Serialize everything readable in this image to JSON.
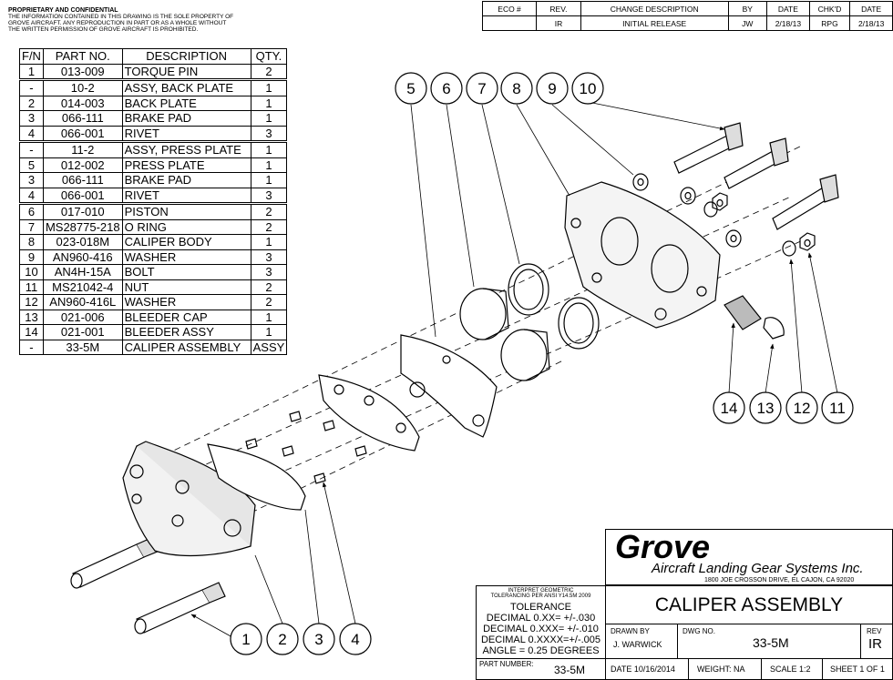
{
  "confidential": {
    "title": "PROPRIETARY AND CONFIDENTIAL",
    "line1": "THE INFORMATION CONTAINED IN THIS DRAWING IS THE SOLE PROPERTY OF",
    "line2": "GROVE AIRCRAFT.  ANY REPRODUCTION IN PART OR AS A WHOLE WITHOUT",
    "line3": "THE WRITTEN PERMISSION OF GROVE AIRCRAFT IS PROHIBITED."
  },
  "revision_table": {
    "headers": [
      "ECO #",
      "REV.",
      "CHANGE DESCRIPTION",
      "BY",
      "DATE",
      "CHK'D",
      "DATE"
    ],
    "row": [
      "",
      "IR",
      "INITIAL RELEASE",
      "JW",
      "2/18/13",
      "RPG",
      "2/18/13"
    ]
  },
  "bom": {
    "headers": [
      "F/N",
      "PART NO.",
      "DESCRIPTION",
      "QTY."
    ],
    "rows": [
      [
        "1",
        "013-009",
        "TORQUE PIN",
        "2"
      ],
      [
        "-",
        "10-2",
        "ASSY, BACK PLATE",
        "1"
      ],
      [
        "2",
        "014-003",
        "BACK PLATE",
        "1"
      ],
      [
        "3",
        "066-111",
        "BRAKE PAD",
        "1"
      ],
      [
        "4",
        "066-001",
        "RIVET",
        "3"
      ],
      [
        "-",
        "11-2",
        "ASSY, PRESS PLATE",
        "1"
      ],
      [
        "5",
        "012-002",
        "PRESS PLATE",
        "1"
      ],
      [
        "3",
        "066-111",
        "BRAKE PAD",
        "1"
      ],
      [
        "4",
        "066-001",
        "RIVET",
        "3"
      ],
      [
        "6",
        "017-010",
        "PISTON",
        "2"
      ],
      [
        "7",
        "MS28775-218",
        "O RING",
        "2"
      ],
      [
        "8",
        "023-018M",
        "CALIPER BODY",
        "1"
      ],
      [
        "9",
        "AN960-416",
        "WASHER",
        "3"
      ],
      [
        "10",
        "AN4H-15A",
        "BOLT",
        "3"
      ],
      [
        "11",
        "MS21042-4",
        "NUT",
        "2"
      ],
      [
        "12",
        "AN960-416L",
        "WASHER",
        "2"
      ],
      [
        "13",
        "021-006",
        "BLEEDER CAP",
        "1"
      ],
      [
        "14",
        "021-001",
        "BLEEDER ASSY",
        "1"
      ],
      [
        "-",
        "33-5M",
        "CALIPER ASSEMBLY",
        "ASSY"
      ]
    ]
  },
  "balloons_top": [
    "5",
    "6",
    "7",
    "8",
    "9",
    "10"
  ],
  "balloons_right": [
    "14",
    "13",
    "12",
    "11"
  ],
  "balloons_bottom": [
    "1",
    "2",
    "3",
    "4"
  ],
  "title_block": {
    "company": "Grove",
    "subtitle": "Aircraft Landing Gear Systems Inc.",
    "address": "1800 JOE CROSSON DRIVE, EL CAJON, CA 92020",
    "interpret": "INTERPRET GEOMETRIC",
    "tolerancing": "TOLERANCING PER  ANSI Y14.5M 2009",
    "tolerance": "TOLERANCE",
    "dec2": "DECIMAL 0.XX= +/-.030",
    "dec3": "DECIMAL 0.XXX= +/-.010",
    "dec4": "DECIMAL 0.XXXX=+/-.005",
    "angle": "ANGLE = 0.25 DEGREES",
    "title": "CALIPER ASSEMBLY",
    "drawn_by_label": "DRAWN BY",
    "drawn_by": "J. WARWICK",
    "dwg_no_label": "DWG NO.",
    "dwg_no": "33-5M",
    "rev_label": "REV",
    "rev": "IR",
    "part_number_label": "PART NUMBER:",
    "part_number": "33-5M",
    "date": "DATE  10/16/2014",
    "weight": "WEIGHT:  NA",
    "scale": "SCALE  1:2",
    "sheet": "SHEET  1 OF 1"
  }
}
